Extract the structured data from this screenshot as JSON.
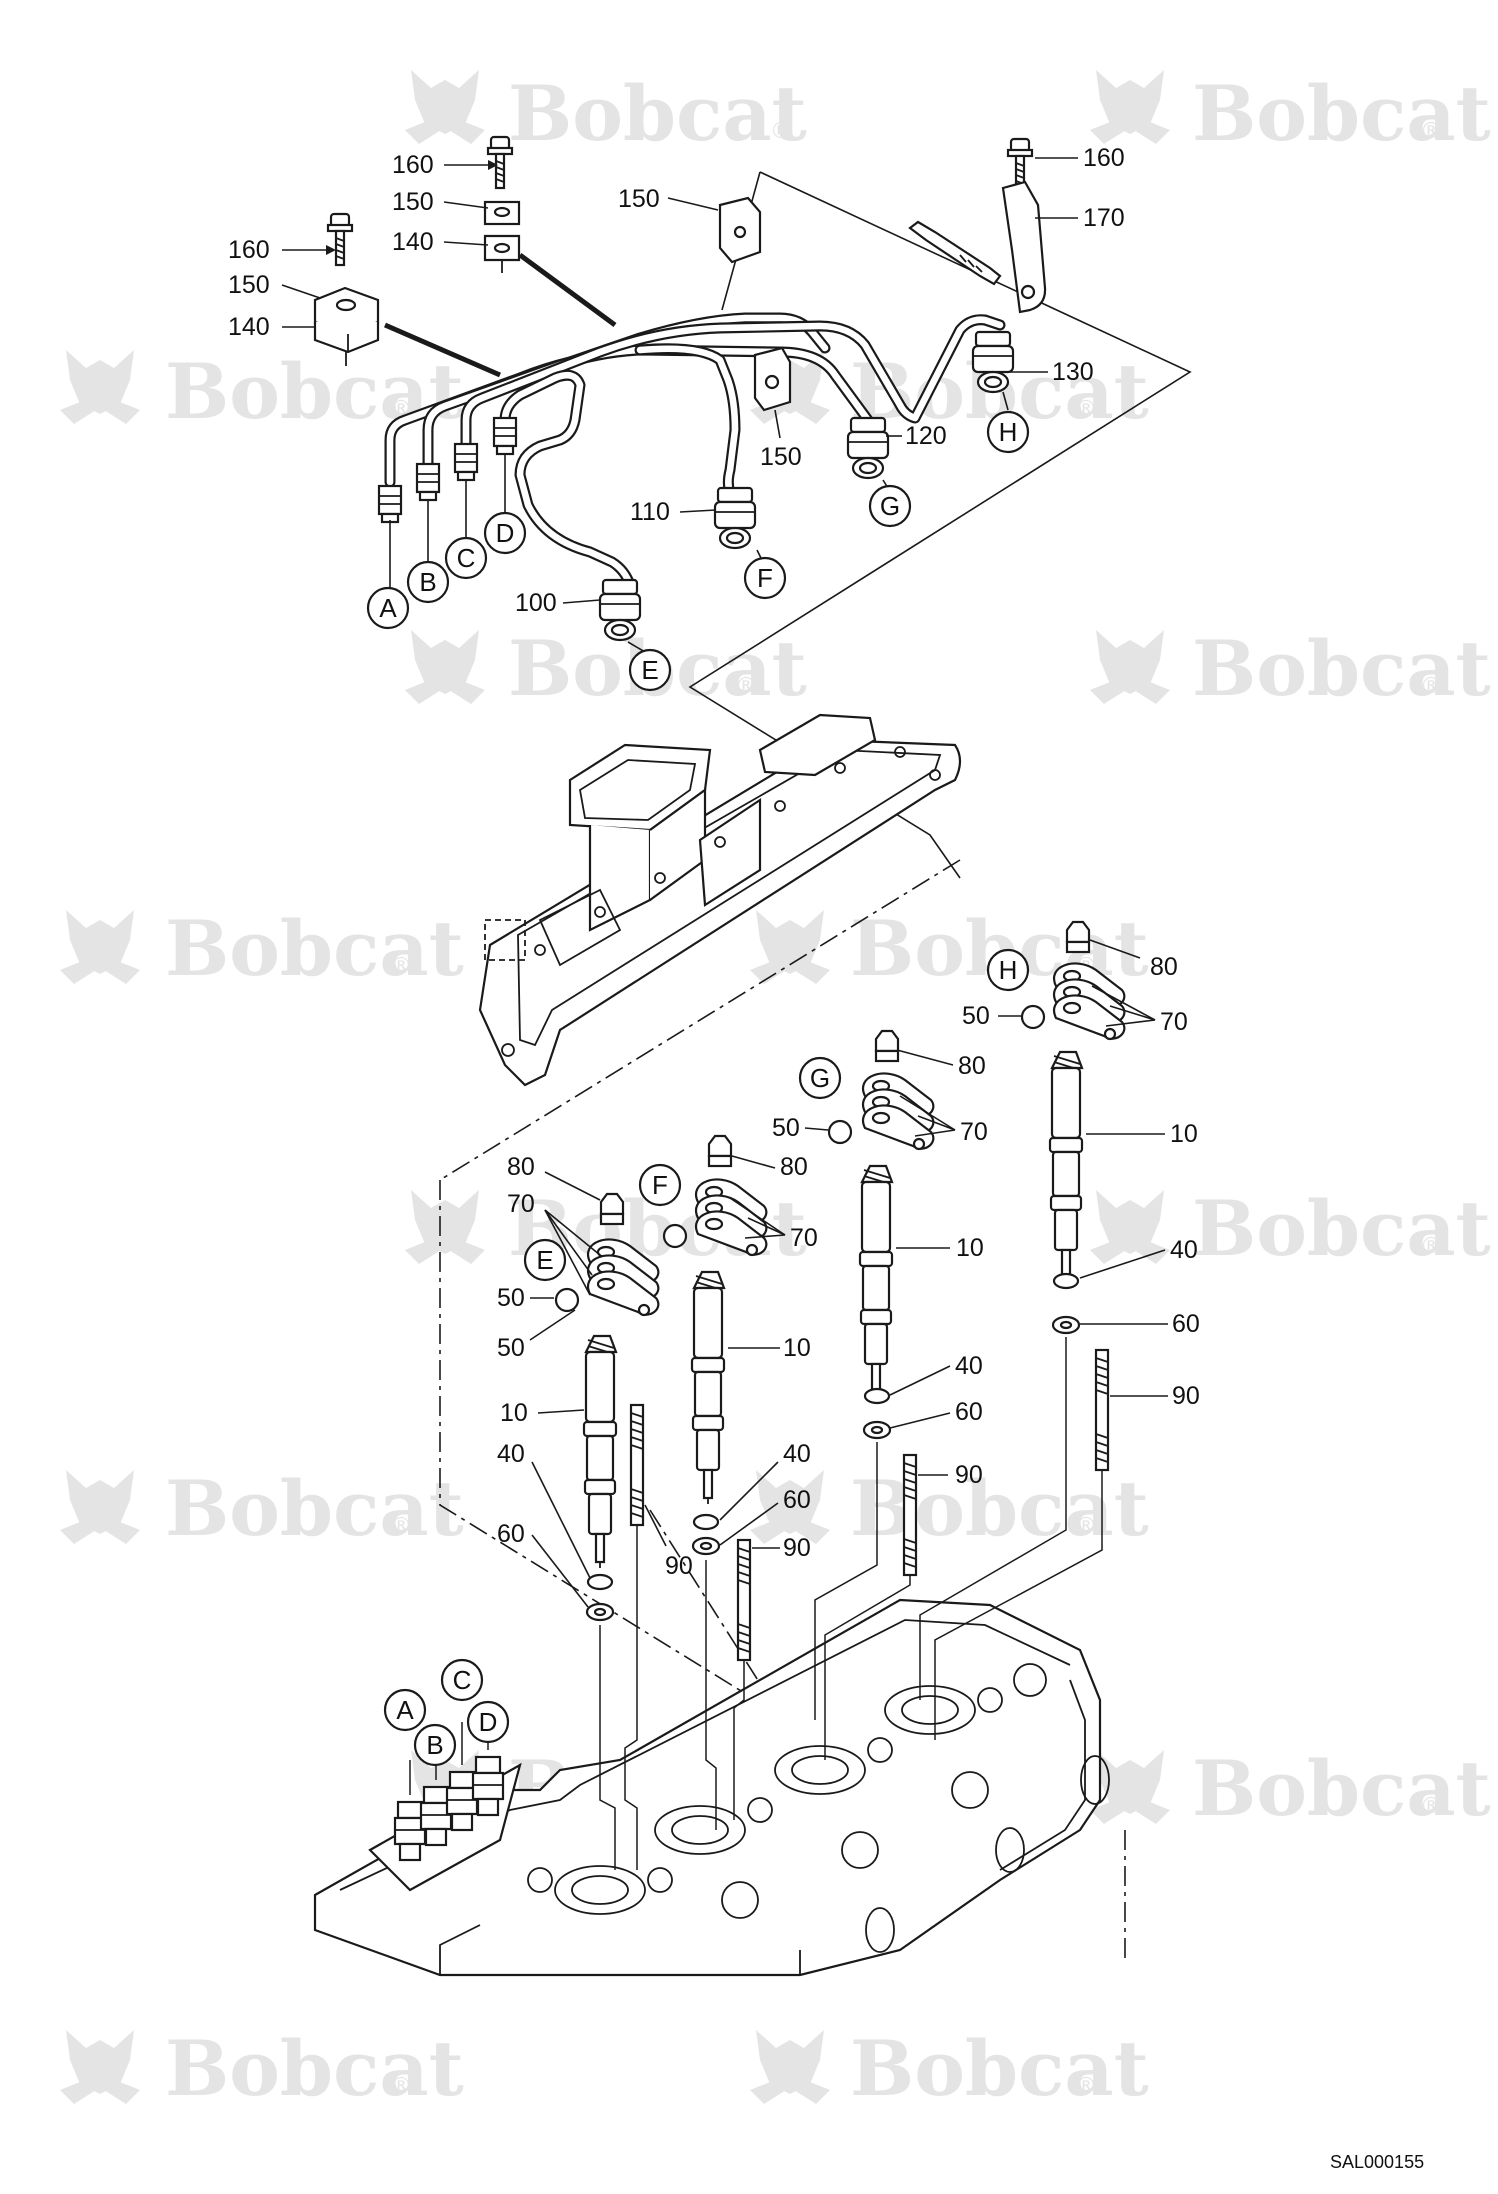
{
  "watermark": {
    "brand": "Bobcat",
    "mark": "®"
  },
  "reference_code": "SAL000155",
  "connection_labels": {
    "A": "A",
    "B": "B",
    "C": "C",
    "D": "D",
    "E": "E",
    "F": "F",
    "G": "G",
    "H": "H"
  },
  "part_numbers": {
    "p10": "10",
    "p40": "40",
    "p50": "50",
    "p60": "60",
    "p70": "70",
    "p80": "80",
    "p90": "90",
    "p100": "100",
    "p110": "110",
    "p120": "120",
    "p130": "130",
    "p140": "140",
    "p150": "150",
    "p160": "160",
    "p170": "170"
  },
  "colors": {
    "line": "#1a1a1a",
    "watermark": "#e4e4e4",
    "background": "#ffffff"
  }
}
